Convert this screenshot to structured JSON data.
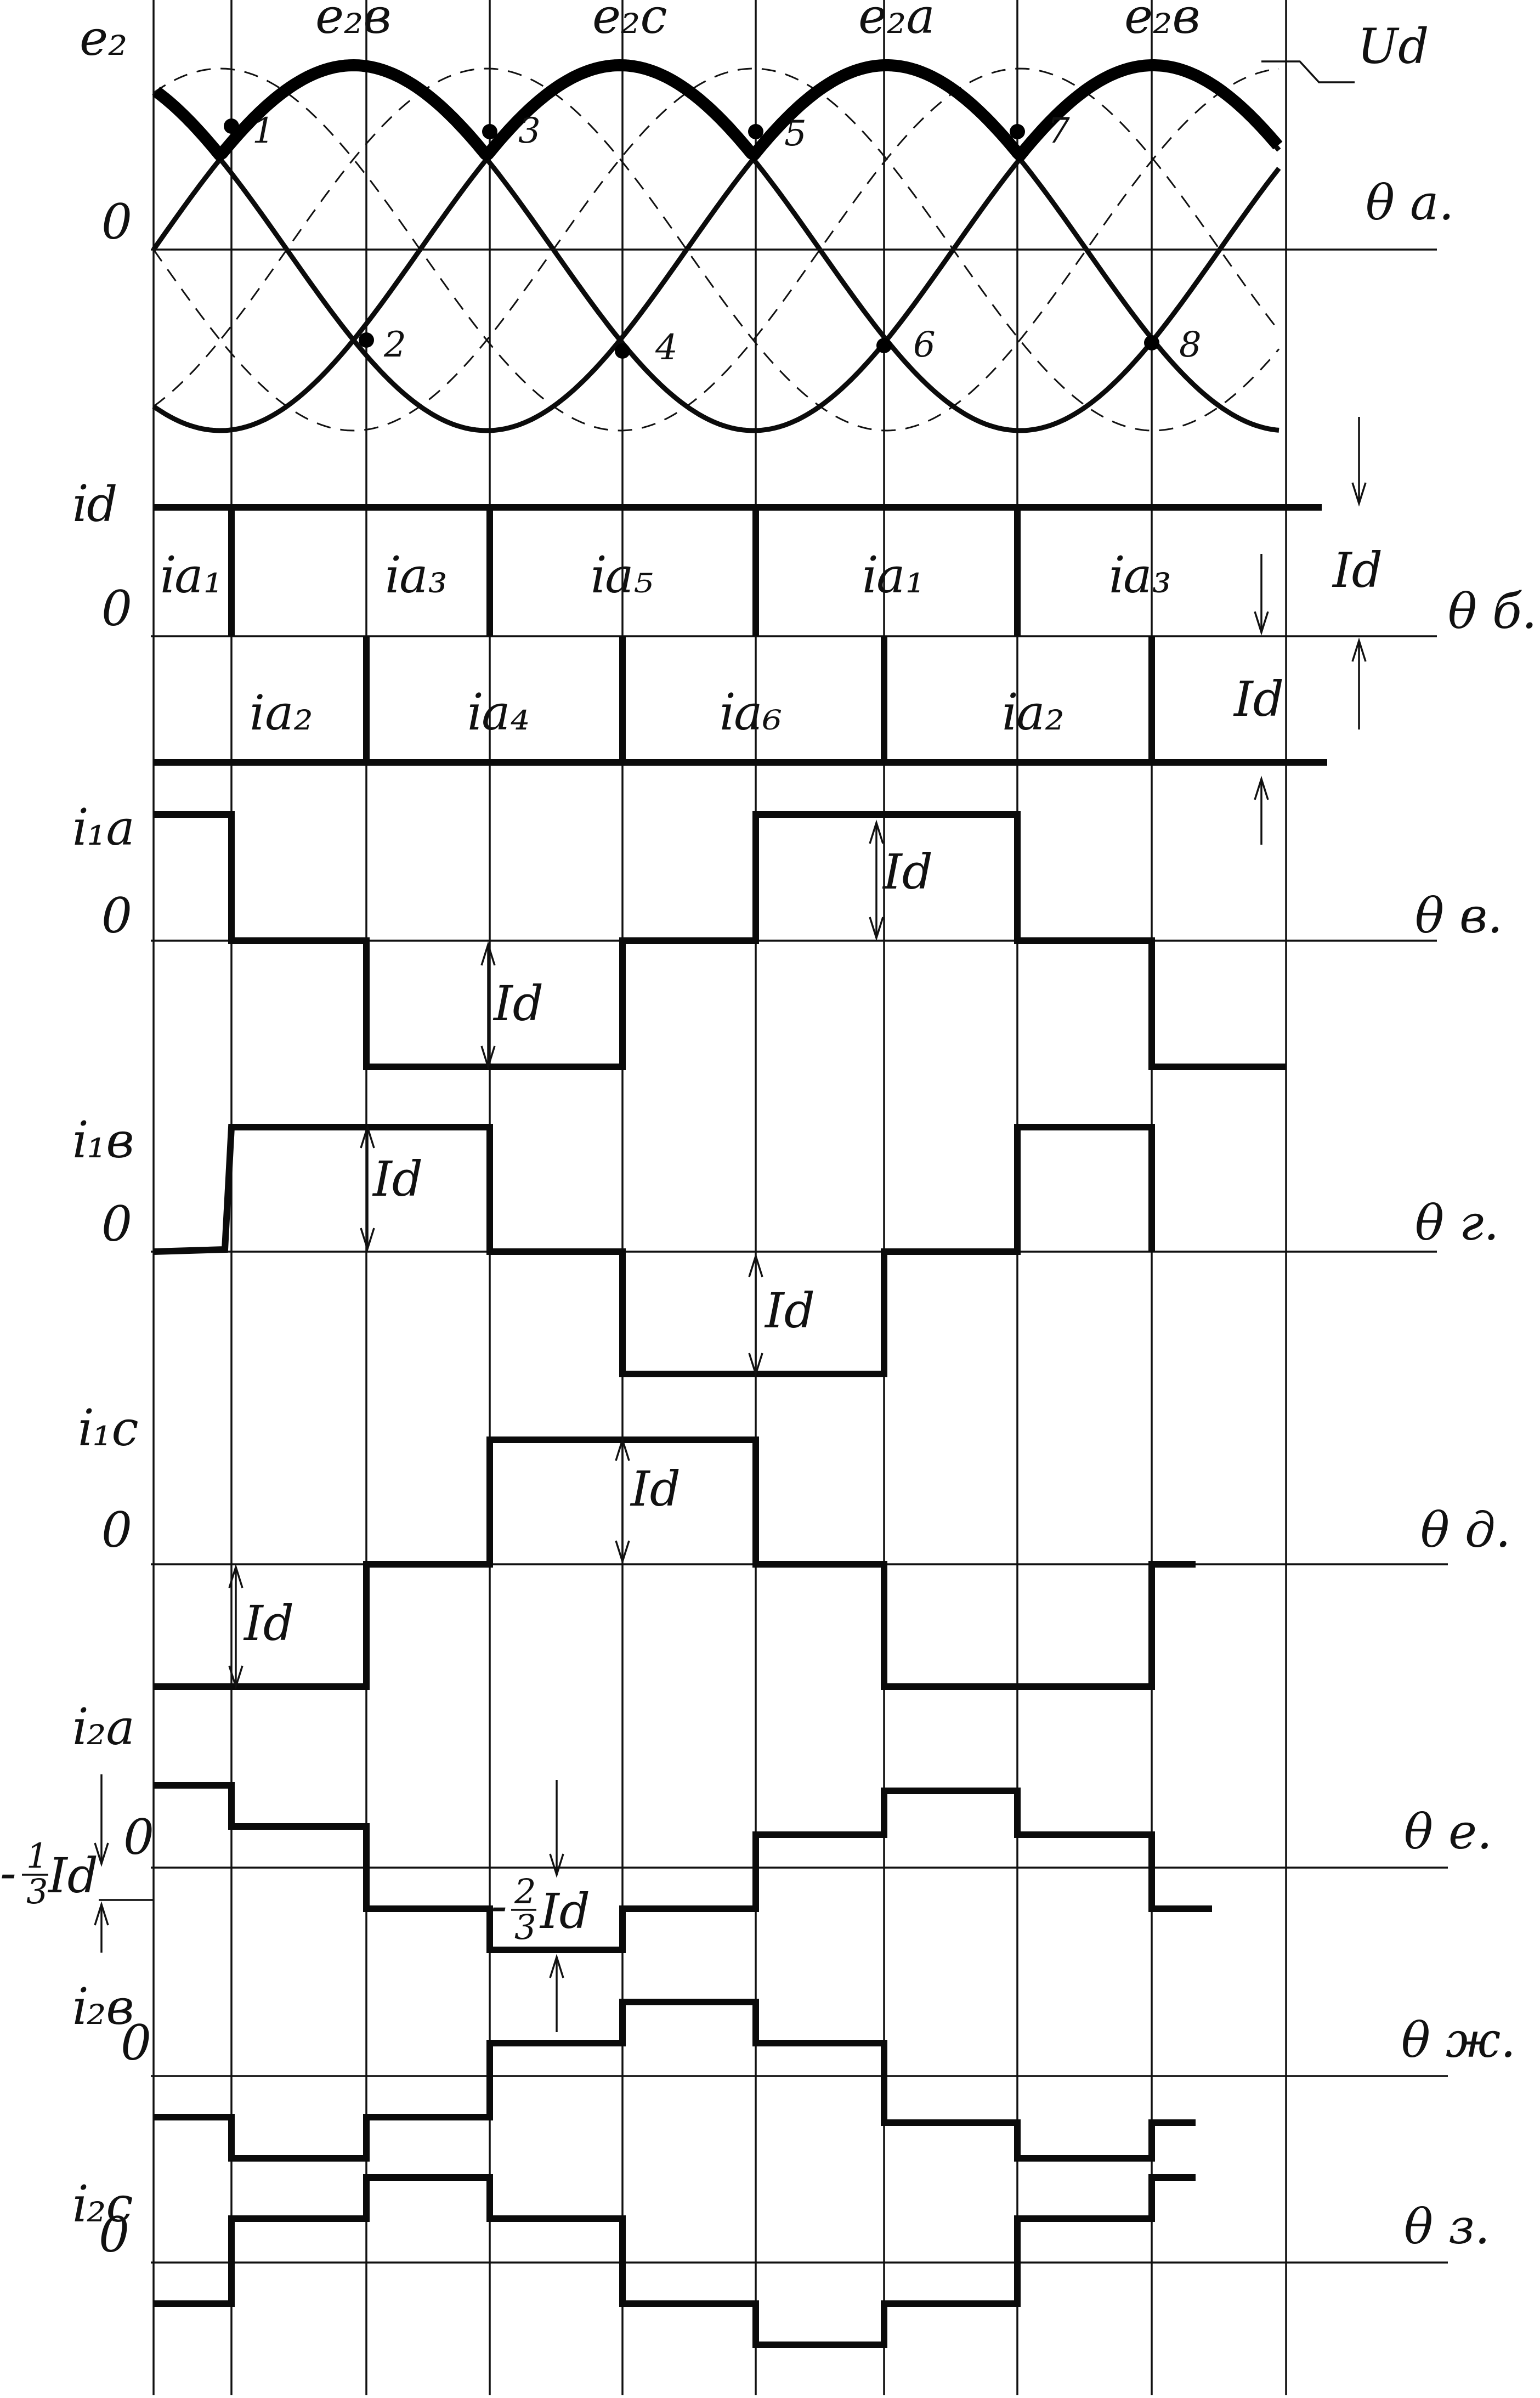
{
  "colors": {
    "ink": "#0b0b0b",
    "paper": "#ffffff"
  },
  "panel_a": {
    "y_label": "e₂",
    "zero": "0",
    "axis_label": "θ а.",
    "phase_labels": [
      "e₂в",
      "e₂с",
      "e₂а",
      "e₂в"
    ],
    "ud_label": "Ud",
    "points": [
      "1",
      "2",
      "3",
      "4",
      "5",
      "6",
      "7",
      "8"
    ]
  },
  "panel_b": {
    "y_label": "i̇d",
    "zero": "0",
    "axis_label": "θ б.",
    "top_labels": [
      "i̇а₁",
      "i̇а₃",
      "i̇а₅",
      "i̇а₁",
      "i̇а₃"
    ],
    "bottom_labels": [
      "iа₂",
      "i̇а₄",
      "i̇а₆",
      "i̇а₂"
    ],
    "id_top": "Id",
    "id_bottom": "Id"
  },
  "panel_v": {
    "y_label": "i̇₁а",
    "zero": "0",
    "axis_label": "θ в.",
    "id_labels": [
      "Id",
      "Id"
    ]
  },
  "panel_g": {
    "y_label": "i̇₁в",
    "zero": "0",
    "axis_label": "θ г.",
    "id_labels": [
      "Id",
      "Id"
    ]
  },
  "panel_d": {
    "y_label": "i̇₁с",
    "zero": "0",
    "axis_label": "θ д.",
    "id_labels": [
      "Id",
      "Id"
    ]
  },
  "panel_e": {
    "y_label": "i̇₂а",
    "zero": "0",
    "axis_label": "θ е.",
    "left_annotation_sign": "-",
    "left_annotation_num": "1",
    "left_annotation_den": "3",
    "left_annotation_id": "Id",
    "mid_annotation_sign": "-",
    "mid_annotation_num": "2",
    "mid_annotation_den": "3",
    "mid_annotation_id": "Id"
  },
  "panel_zh": {
    "y_label": "i̇₂в",
    "zero": "0",
    "axis_label": "θ ж."
  },
  "panel_z": {
    "y_label": "i̇₂с",
    "zero": "0",
    "axis_label": "θ з."
  }
}
